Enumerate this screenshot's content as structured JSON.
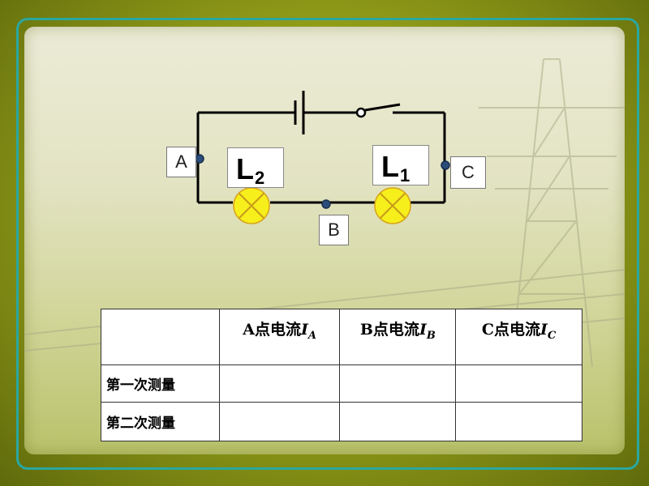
{
  "circuit": {
    "points": {
      "a": "A",
      "b": "B",
      "c": "C"
    },
    "lamps": [
      {
        "letter": "L",
        "sub": "2"
      },
      {
        "letter": "L",
        "sub": "1"
      }
    ],
    "lamp_color": "#f7ef1c",
    "node_color": "#2a4d7a"
  },
  "table": {
    "headers": [
      {
        "pre": "",
        "var": "",
        "sub": ""
      },
      {
        "pre": "A点电流",
        "var": "I",
        "sub": "A"
      },
      {
        "pre": "B点电流",
        "var": "I",
        "sub": "B"
      },
      {
        "pre": "C点电流",
        "var": "I",
        "sub": "C"
      }
    ],
    "rows": [
      {
        "label": "第一次测量",
        "cells": [
          "",
          "",
          ""
        ]
      },
      {
        "label": "第二次测量",
        "cells": [
          "",
          "",
          ""
        ]
      }
    ]
  }
}
